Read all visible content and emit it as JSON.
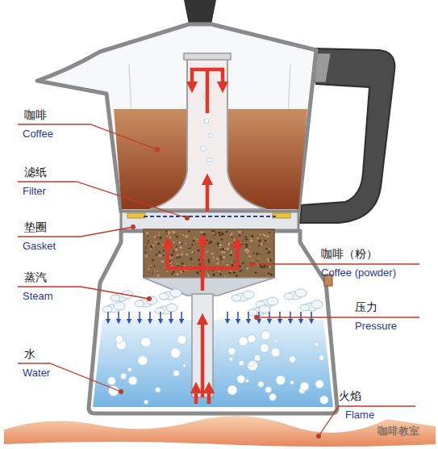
{
  "diagram": {
    "labels": [
      "咖啡",
      "Coffee",
      "滤纸",
      "Filter",
      "垫圈",
      "Gasket",
      "蒸汽",
      "Steam",
      "水",
      "Water",
      "咖啡（粉）",
      "Coffee (powder)",
      "压力",
      "Pressure",
      "火焰",
      "Flame",
      "咖啡教室"
    ]
  }
}
